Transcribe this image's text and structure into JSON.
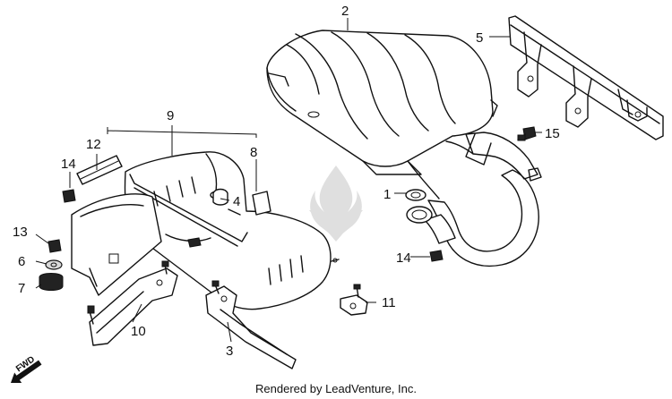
{
  "diagram": {
    "callouts": [
      {
        "id": "1",
        "label": "1"
      },
      {
        "id": "2",
        "label": "2"
      },
      {
        "id": "3",
        "label": "3"
      },
      {
        "id": "4",
        "label": "4"
      },
      {
        "id": "5",
        "label": "5"
      },
      {
        "id": "6",
        "label": "6"
      },
      {
        "id": "7",
        "label": "7"
      },
      {
        "id": "8",
        "label": "8"
      },
      {
        "id": "9",
        "label": "9"
      },
      {
        "id": "10",
        "label": "10"
      },
      {
        "id": "11",
        "label": "11"
      },
      {
        "id": "12",
        "label": "12"
      },
      {
        "id": "13",
        "label": "13"
      },
      {
        "id": "14a",
        "label": "14"
      },
      {
        "id": "14b",
        "label": "14"
      },
      {
        "id": "15",
        "label": "15"
      }
    ],
    "direction_marker": "FWD",
    "watermark_icon": "flame-logo-icon"
  },
  "footer": {
    "credit": "Rendered by LeadVenture, Inc."
  }
}
